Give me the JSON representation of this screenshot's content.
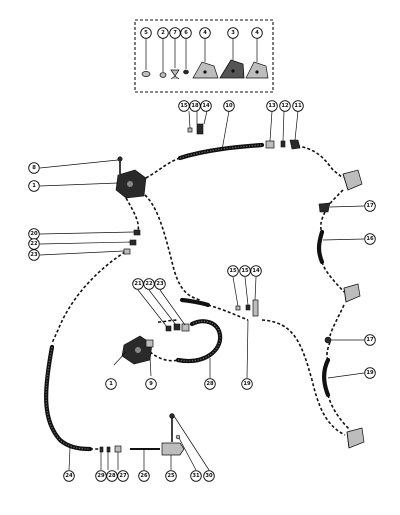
{
  "diagram": {
    "callouts": [
      {
        "id": "c-kit-5",
        "label": "5"
      },
      {
        "id": "c-kit-2",
        "label": "2"
      },
      {
        "id": "c-kit-7",
        "label": "7"
      },
      {
        "id": "c-kit-6",
        "label": "6"
      },
      {
        "id": "c-kit-4a",
        "label": "4"
      },
      {
        "id": "c-kit-3",
        "label": "3"
      },
      {
        "id": "c-kit-4b",
        "label": "4"
      },
      {
        "id": "c-15-top",
        "label": "15"
      },
      {
        "id": "c-18-top",
        "label": "18"
      },
      {
        "id": "c-14-top",
        "label": "14"
      },
      {
        "id": "c-10",
        "label": "10"
      },
      {
        "id": "c-13",
        "label": "13"
      },
      {
        "id": "c-12",
        "label": "12"
      },
      {
        "id": "c-11",
        "label": "11"
      },
      {
        "id": "c-8",
        "label": "8"
      },
      {
        "id": "c-1-top",
        "label": "1"
      },
      {
        "id": "c-17-top",
        "label": "17"
      },
      {
        "id": "c-16-top",
        "label": "16"
      },
      {
        "id": "c-20",
        "label": "20"
      },
      {
        "id": "c-22",
        "label": "22"
      },
      {
        "id": "c-23",
        "label": "23"
      },
      {
        "id": "c-21-mid",
        "label": "21"
      },
      {
        "id": "c-22-mid",
        "label": "22"
      },
      {
        "id": "c-23-mid",
        "label": "23"
      },
      {
        "id": "c-15-mid",
        "label": "15"
      },
      {
        "id": "c-15b-mid",
        "label": "15"
      },
      {
        "id": "c-14-mid",
        "label": "14"
      },
      {
        "id": "c-17-low",
        "label": "17"
      },
      {
        "id": "c-1-low",
        "label": "1"
      },
      {
        "id": "c-9",
        "label": "9"
      },
      {
        "id": "c-28-low",
        "label": "28"
      },
      {
        "id": "c-19-mid",
        "label": "19"
      },
      {
        "id": "c-19-low",
        "label": "19"
      },
      {
        "id": "c-24",
        "label": "24"
      },
      {
        "id": "c-29",
        "label": "29"
      },
      {
        "id": "c-28",
        "label": "28"
      },
      {
        "id": "c-27",
        "label": "27"
      },
      {
        "id": "c-26",
        "label": "26"
      },
      {
        "id": "c-25",
        "label": "25"
      },
      {
        "id": "c-31",
        "label": "31"
      },
      {
        "id": "c-30",
        "label": "30"
      }
    ]
  }
}
